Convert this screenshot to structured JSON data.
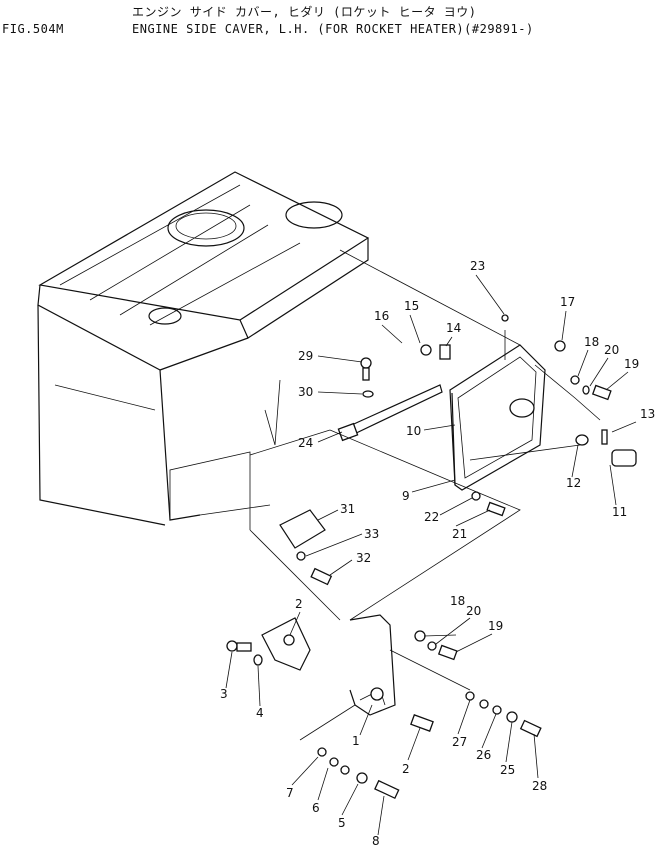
{
  "header": {
    "figure_label": "FIG.504M",
    "title_jp": "エンジン サイド カバー, ヒダリ (ロケット ヒータ ヨウ)",
    "title_en": "ENGINE SIDE CAVER, L.H. (FOR ROCKET HEATER)(#29891-)"
  },
  "callouts": [
    "1",
    "2",
    "2",
    "3",
    "4",
    "5",
    "6",
    "7",
    "8",
    "9",
    "10",
    "11",
    "12",
    "13",
    "14",
    "15",
    "16",
    "17",
    "18",
    "18",
    "19",
    "19",
    "20",
    "20",
    "21",
    "22",
    "23",
    "24",
    "25",
    "26",
    "27",
    "28",
    "29",
    "30",
    "31",
    "32",
    "33"
  ]
}
